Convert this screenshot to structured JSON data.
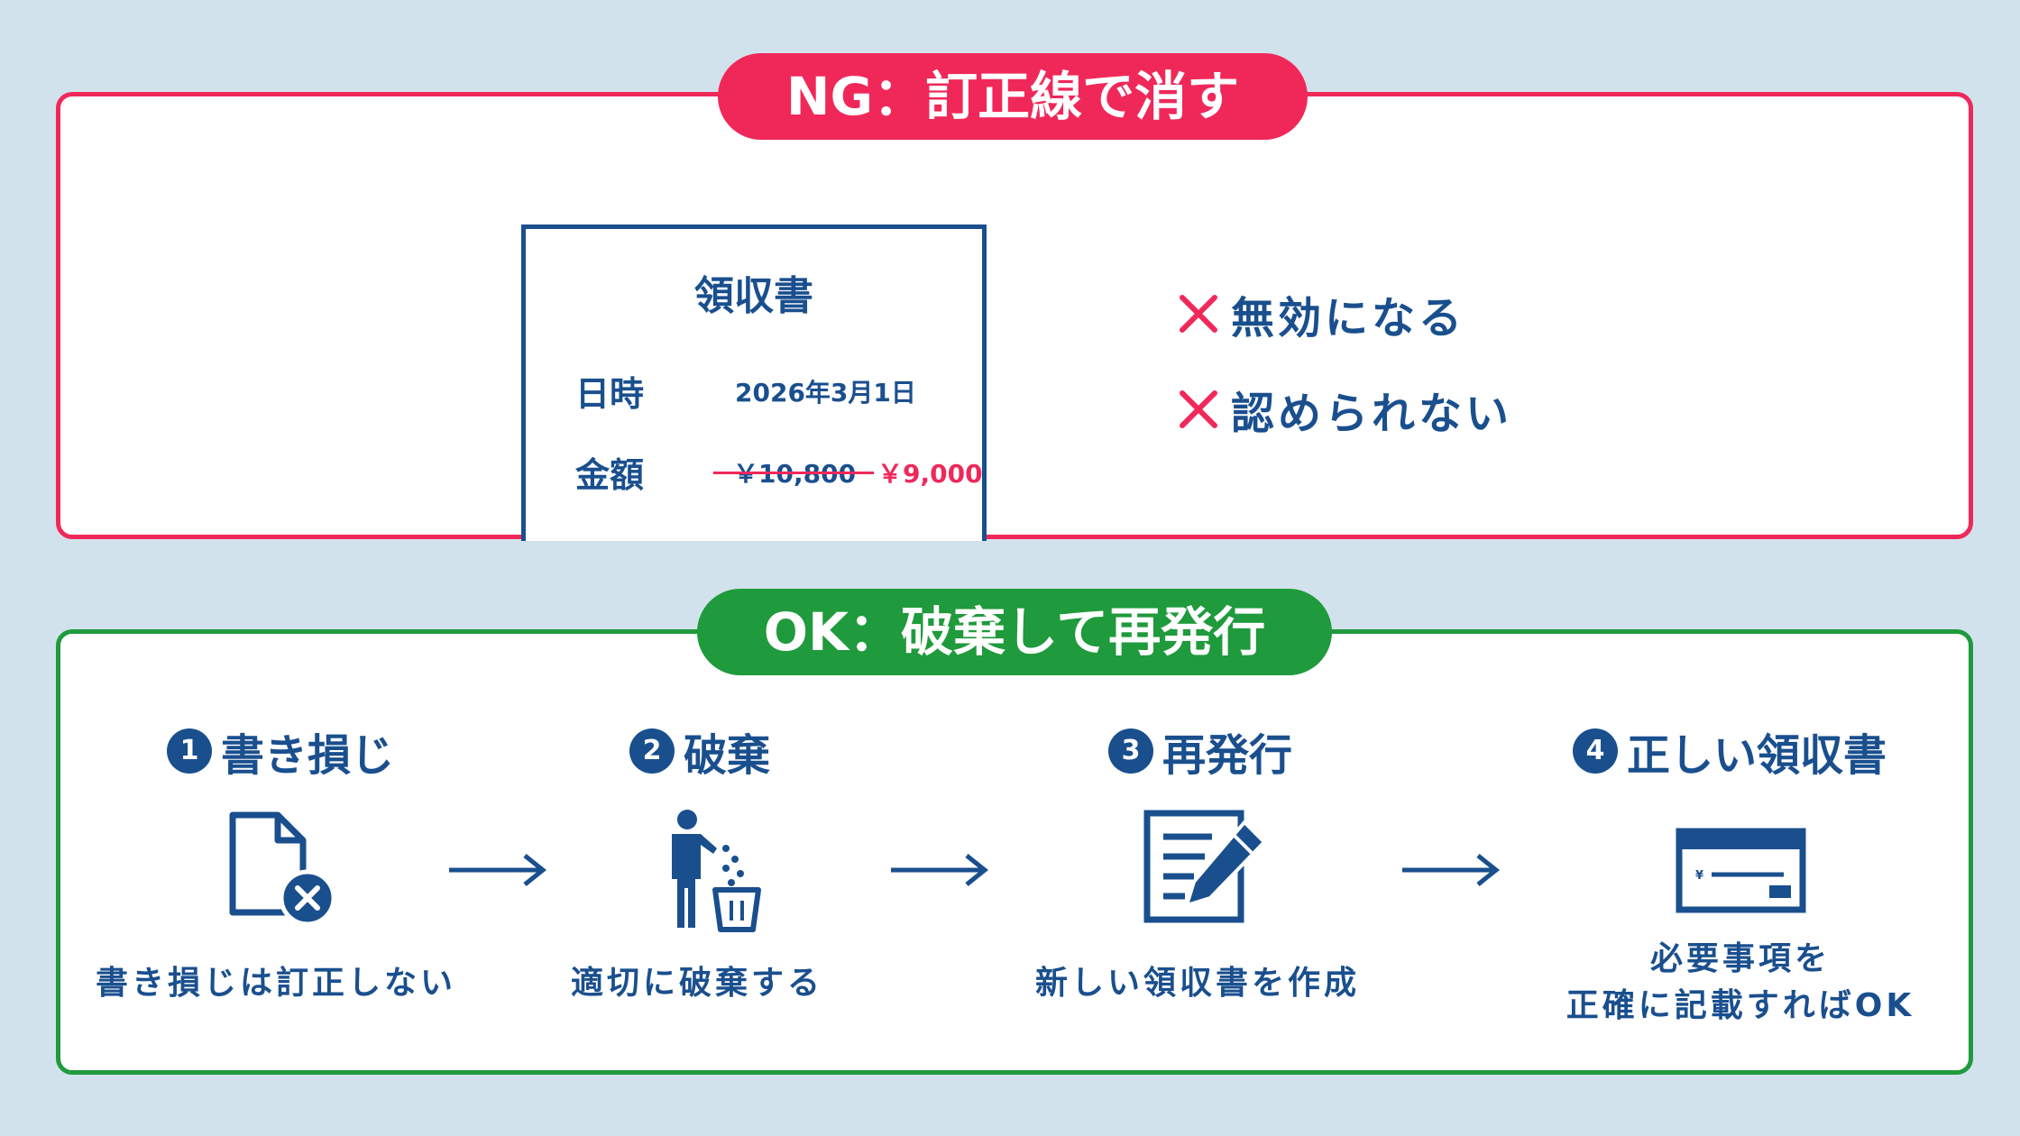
{
  "ng": {
    "badge": "NG：訂正線で消す",
    "receipt": {
      "title": "領収書",
      "date_label": "日時",
      "date_value": "2026年3月1日",
      "amount_label": "金額",
      "amount_old": "￥10,800",
      "amount_new": "￥9,000"
    },
    "results": [
      "無効になる",
      "認められない"
    ]
  },
  "ok": {
    "badge": "OK：破棄して再発行",
    "steps": [
      {
        "number": "1",
        "title": "書き損じ",
        "caption": "書き損じは訂正しない"
      },
      {
        "number": "2",
        "title": "破棄",
        "caption": "適切に破棄する"
      },
      {
        "number": "3",
        "title": "再発行",
        "caption": "新しい領収書を作成"
      },
      {
        "number": "4",
        "title": "正しい領収書",
        "caption_lines": [
          "必要事項を",
          "正確に記載すればOK"
        ]
      }
    ],
    "receipt_icon_symbol": "¥"
  },
  "colors": {
    "background": "#d2e2ec",
    "ng_red": "#f0285a",
    "ok_green": "#1f9a3c",
    "navy": "#1a4f8e"
  },
  "icons": [
    "x-mark-icon",
    "document-cancel-icon",
    "trash-disposal-icon",
    "edit-document-icon",
    "receipt-icon",
    "arrow-right-icon"
  ]
}
